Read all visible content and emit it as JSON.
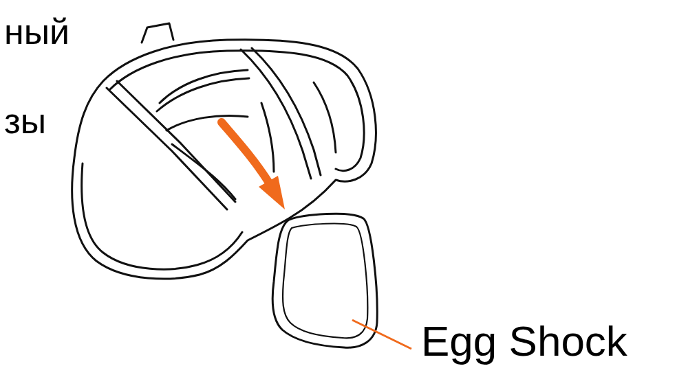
{
  "diagram": {
    "labels": [
      "ный",
      "зы",
      "Egg Shock"
    ]
  }
}
